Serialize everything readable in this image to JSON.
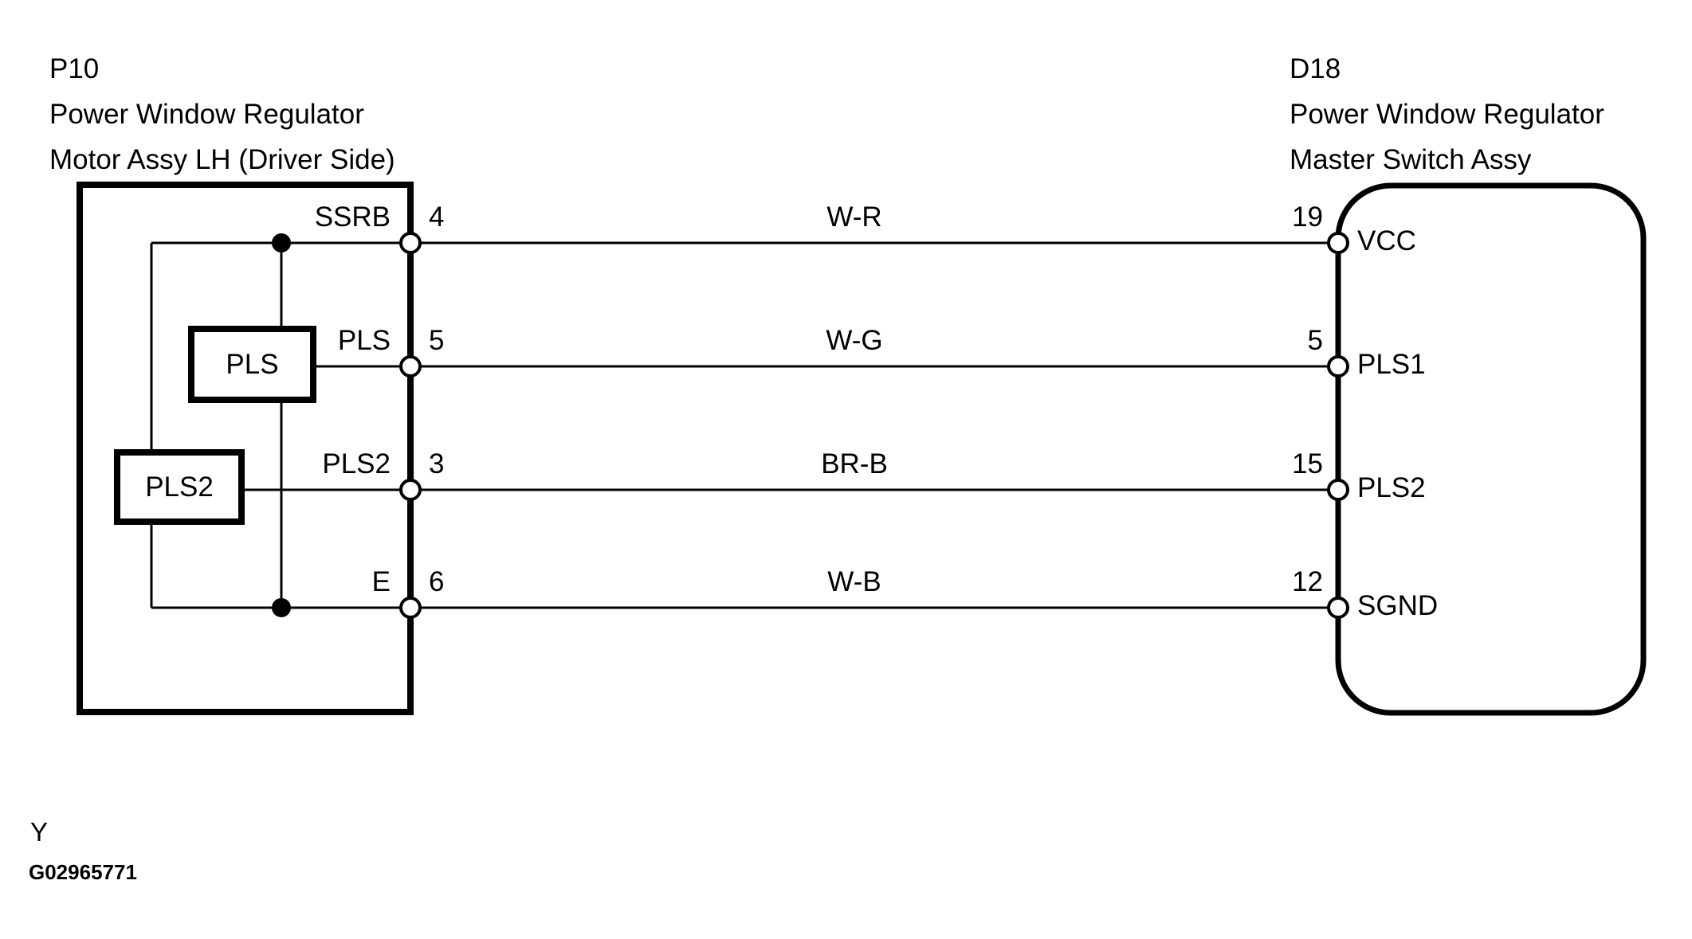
{
  "colors": {
    "ink": "#000000",
    "background": "#ffffff"
  },
  "left_connector": {
    "id": "P10",
    "name_line1": "Power Window Regulator",
    "name_line2": "Motor Assy LH (Driver Side)",
    "boxes": [
      {
        "label": "PLS"
      },
      {
        "label": "PLS2"
      }
    ]
  },
  "right_connector": {
    "id": "D18",
    "name_line1": "Power Window Regulator",
    "name_line2": "Master Switch Assy"
  },
  "wires": [
    {
      "left_label": "SSRB",
      "left_pin": "4",
      "color": "W-R",
      "right_pin": "19",
      "right_label": "VCC"
    },
    {
      "left_label": "PLS",
      "left_pin": "5",
      "color": "W-G",
      "right_pin": "5",
      "right_label": "PLS1"
    },
    {
      "left_label": "PLS2",
      "left_pin": "3",
      "color": "BR-B",
      "right_pin": "15",
      "right_label": "PLS2"
    },
    {
      "left_label": "E",
      "left_pin": "6",
      "color": "W-B",
      "right_pin": "12",
      "right_label": "SGND"
    }
  ],
  "footer": {
    "mark": "Y",
    "figure_code": "G02965771"
  }
}
